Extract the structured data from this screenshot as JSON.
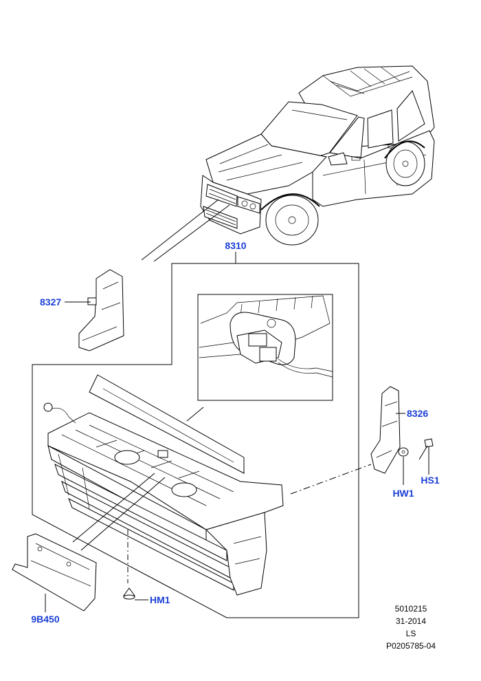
{
  "colors": {
    "callout": "#1a3fd6",
    "line": "#000000"
  },
  "callouts": {
    "c8310": "8310",
    "c8327": "8327",
    "c8326": "8326",
    "cHW1": "HW1",
    "cHS1": "HS1",
    "cHM1": "HM1",
    "c9B450": "9B450"
  },
  "reference": {
    "line1": "5010215",
    "line2": "31-2014",
    "line3": "LS",
    "line4": "P0205785-04"
  }
}
